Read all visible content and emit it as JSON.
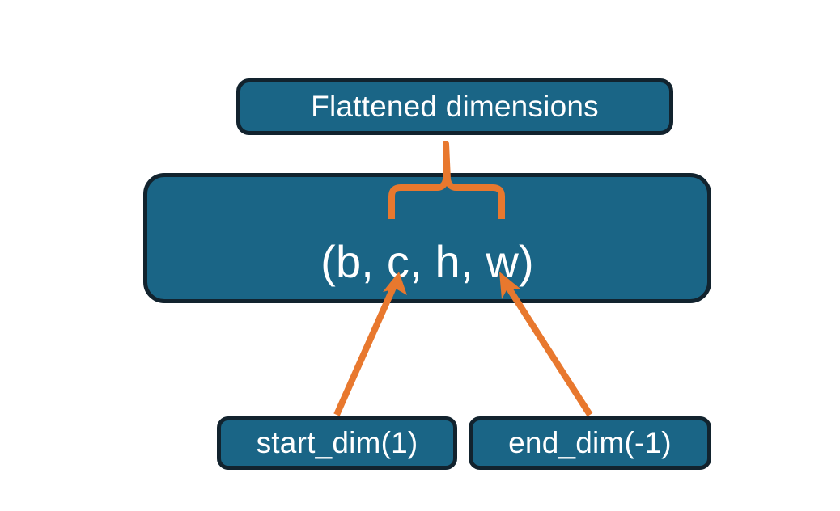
{
  "diagram": {
    "title_text": "Flattened dimensions",
    "type": "flowchart",
    "background_color": "#ffffff",
    "node_fill_color": "#1a6586",
    "node_border_color": "#12232e",
    "node_text_color": "#ffffff",
    "connector_color": "#e8782e",
    "nodes": [
      {
        "id": "flattened",
        "label": "Flattened dimensions",
        "role": "annotation-label"
      },
      {
        "id": "shape",
        "label": "(b, c, h, w)",
        "role": "tensor-shape"
      },
      {
        "id": "start",
        "label": "start_dim(1)",
        "role": "parameter"
      },
      {
        "id": "end",
        "label": "end_dim(-1)",
        "role": "parameter"
      }
    ],
    "connectors": [
      {
        "id": "brace",
        "kind": "curly-brace",
        "from": "shape-dims-c-to-w",
        "to": "flattened"
      },
      {
        "id": "arrow-start",
        "kind": "arrow",
        "from": "start",
        "to": "shape-dim-c"
      },
      {
        "id": "arrow-end",
        "kind": "arrow",
        "from": "end",
        "to": "shape-dim-w"
      }
    ]
  }
}
